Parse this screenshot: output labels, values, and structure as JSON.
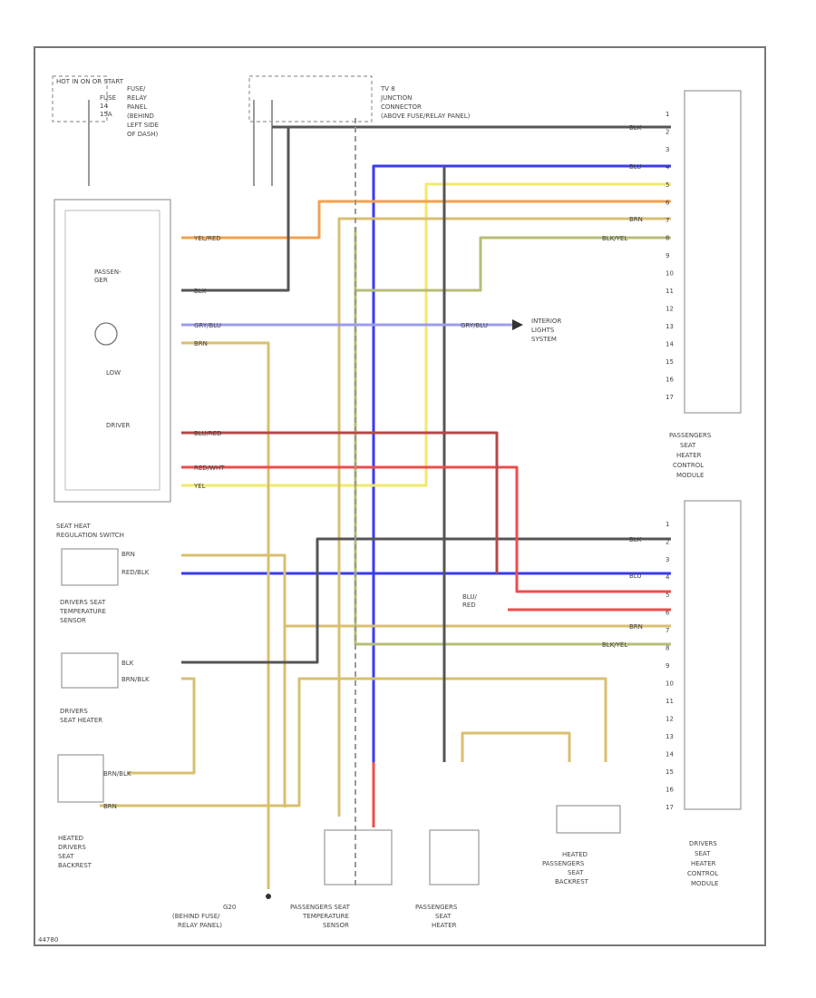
{
  "title_block": {
    "hot_label": "HOT IN ON OR START",
    "fuse_label": "FUSE\n14\n15A",
    "fuse_panel": "FUSE/\nRELAY\nPANEL\n(BEHIND\nLEFT SIDE\nOF DASH)",
    "tv_connector": "TV 8\nJUNCTION\nCONNECTOR\n(ABOVE FUSE/RELAY PANEL)",
    "code": "44780"
  },
  "components": {
    "passenger_module": "PASSENGERS\nSEAT\nHEATER\nCONTROL\nMODULE",
    "driver_module": "DRIVERS\nSEAT\nHEATER\nCONTROL\nMODULE",
    "regulation_switch": "SEAT HEAT\nREGULATION SWITCH",
    "driver_temp_sensor": "DRIVERS SEAT\nTEMPERATURE\nSENSOR",
    "driver_seat_heater": "DRIVERS\nSEAT HEATER",
    "driver_backrest": "HEATED\nDRIVERS\nSEAT\nBACKREST",
    "ground": "G20\n(BEHIND FUSE/\nRELAY PANEL)",
    "pass_temp_sensor": "PASSENGERS SEAT\nTEMPERATURE\nSENSOR",
    "pass_seat_heater": "PASSENGERS\nSEAT\nHEATER",
    "pass_backrest": "HEATED\nPASSENGERS\nSEAT\nBACKREST",
    "interior_lights": "INTERIOR\nLIGHTS\nSYSTEM",
    "switch_labels": {
      "passenger": "PASSEN-\nGER",
      "driver": "DRIVER",
      "low": "LOW"
    }
  },
  "wire_labels": {
    "yel_red": "YEL/RED",
    "blk": "BLK",
    "gry_blu": "GRY/BLU",
    "brn": "BRN",
    "blu_red": "BLU/RED",
    "red_wht": "RED/WHT",
    "yel": "YEL",
    "blu": "BLU",
    "blk_yel": "BLK/YEL",
    "red_blk": "RED/BLK",
    "brn_blk": "BRN/BLK",
    "blu_red_alt": "BLU/\nRED"
  },
  "pin_numbers": [
    "1",
    "2",
    "3",
    "4",
    "5",
    "6",
    "7",
    "8",
    "9",
    "10",
    "11",
    "12",
    "13",
    "14",
    "15",
    "16",
    "17"
  ],
  "colors": {
    "blue": "#3a3af0",
    "yellow": "#f0ea6a",
    "red": "#ee4c4c",
    "dark_red": "#b44848",
    "tan": "#d9bf6f",
    "olive": "#b7bd77",
    "black": "#555555",
    "orange": "#f2a24d",
    "lavender": "#9d9cf0",
    "gray_dash": "#999999"
  }
}
